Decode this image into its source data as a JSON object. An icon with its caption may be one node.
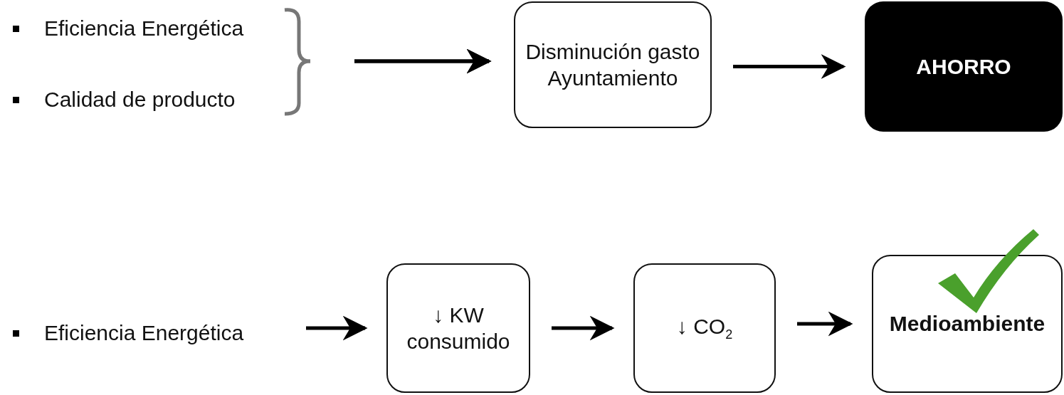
{
  "diagram": {
    "nodes": [
      {
        "text": [
          "Eficiencia Energética"
        ]
      },
      {
        "text": [
          "Calidad de producto"
        ]
      },
      {
        "text": [
          "Disminución gasto Ayuntamiento"
        ]
      },
      {
        "text": [
          "AHORRO"
        ]
      },
      {
        "text": [
          "Eficiencia Energética"
        ]
      },
      {
        "text": [
          "↓ KW consumido"
        ]
      },
      {
        "text": [
          "↓ CO$_{2}$"
        ]
      },
      {
        "text": [
          "Medioambiente"
        ]
      }
    ],
    "edges": [
      {
        "from": 0,
        "to": 2,
        "arrow": "to"
      },
      {
        "from": 1,
        "to": 2,
        "arrow": "to"
      },
      {
        "from": 2,
        "to": 3,
        "arrow": "to"
      },
      {
        "from": 4,
        "to": 5,
        "arrow": "to"
      },
      {
        "from": 5,
        "to": 6,
        "arrow": "to"
      },
      {
        "from": 6,
        "to": 7,
        "arrow": "to"
      }
    ]
  }
}
